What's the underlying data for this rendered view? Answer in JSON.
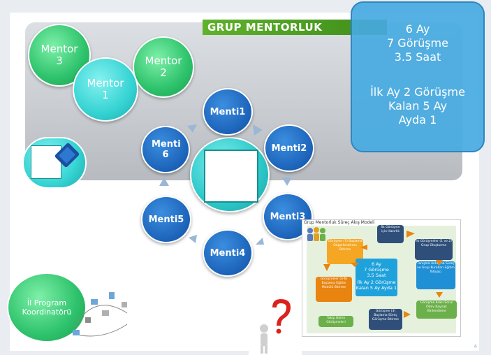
{
  "title": "GRUP MENTORLUK",
  "info_box": {
    "lines": [
      "6 Ay",
      "7 Görüşme",
      "3.5 Saat",
      "",
      "İlk Ay 2 Görüşme",
      "Kalan 5 Ay",
      "Ayda 1"
    ]
  },
  "mentors": [
    {
      "label_line1": "Mentor",
      "label_line2": "3"
    },
    {
      "label_line1": "Mentor",
      "label_line2": "2"
    },
    {
      "label_line1": "Mentor",
      "label_line2": "1"
    }
  ],
  "mentis": [
    "Menti1",
    "Menti2",
    "Menti3",
    "Menti4",
    "Menti5",
    "Menti 6"
  ],
  "coordinator": {
    "line1": "İl Program",
    "line2": "Koordinatörü"
  },
  "flow_card": {
    "title": "Grup Mentorluk Süreç Akış Modeli",
    "center": [
      "6 Ay",
      "7 Görüşme",
      "3.5 Saat",
      "İlk Ay 2 Görüşme",
      "Kalan 5 Ay Ayda 1"
    ],
    "steps": [
      "İlk Görüşme için Hazırlık",
      "İlk Görüşmeler (1 ve 2) Grup Oluşturma",
      "Tanışma Anlaşma Süreç ve Grup Kuralları Eğitim İhtiyacı",
      "Görüşme Arası Soru/Ödev Kaynak Yönlendirme",
      "Görüşme (3) Başlama Süreç Görüşme Bitirme",
      "Takip Görev Görüşmeleri",
      "Görüşmeler (4-6) Başlama Eğitim Modülü Bitirme",
      "Görüşme (7) Başlama Değerlendirme Bitirme"
    ]
  },
  "page_number": "4",
  "colors": {
    "title_green": "#4ea21f",
    "info_blue": "#46aae1",
    "menti_blue": "#1b62b8",
    "mentor_green": "#2dc26b",
    "mentor_cyan": "#35d3d3"
  }
}
